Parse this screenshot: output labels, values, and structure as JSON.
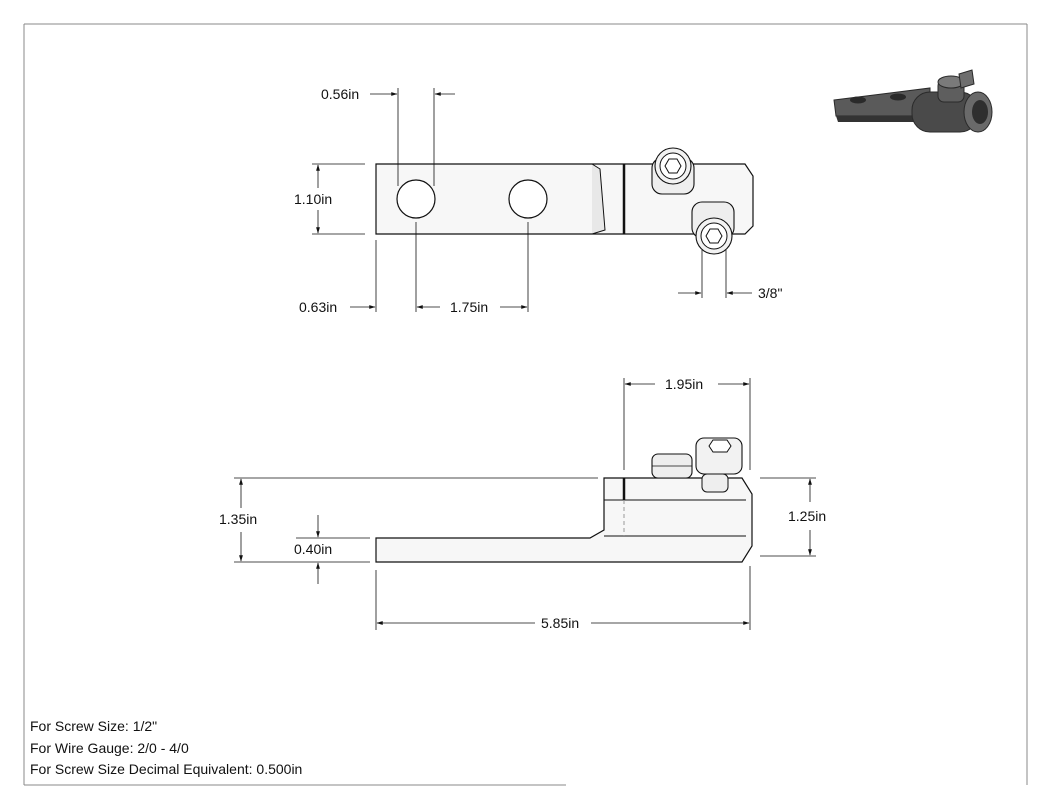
{
  "top_view": {
    "hole_diameter": "0.56in",
    "bar_width": "1.10in",
    "edge_to_hole": "0.63in",
    "hole_spacing": "1.75in",
    "screw_offset": "3/8\""
  },
  "side_view": {
    "barrel_length": "1.95in",
    "overall_height": "1.35in",
    "tongue_thickness": "0.40in",
    "barrel_height": "1.25in",
    "overall_length": "5.85in"
  },
  "specs": [
    "For Screw Size: 1/2\"",
    "For Wire Gauge: 2/0 - 4/0",
    "For Screw Size Decimal Equivalent: 0.500in"
  ],
  "colors": {
    "line": "#111111",
    "border": "#888888",
    "part_fill": "#f7f7f7",
    "render": "#4a4a4a"
  }
}
